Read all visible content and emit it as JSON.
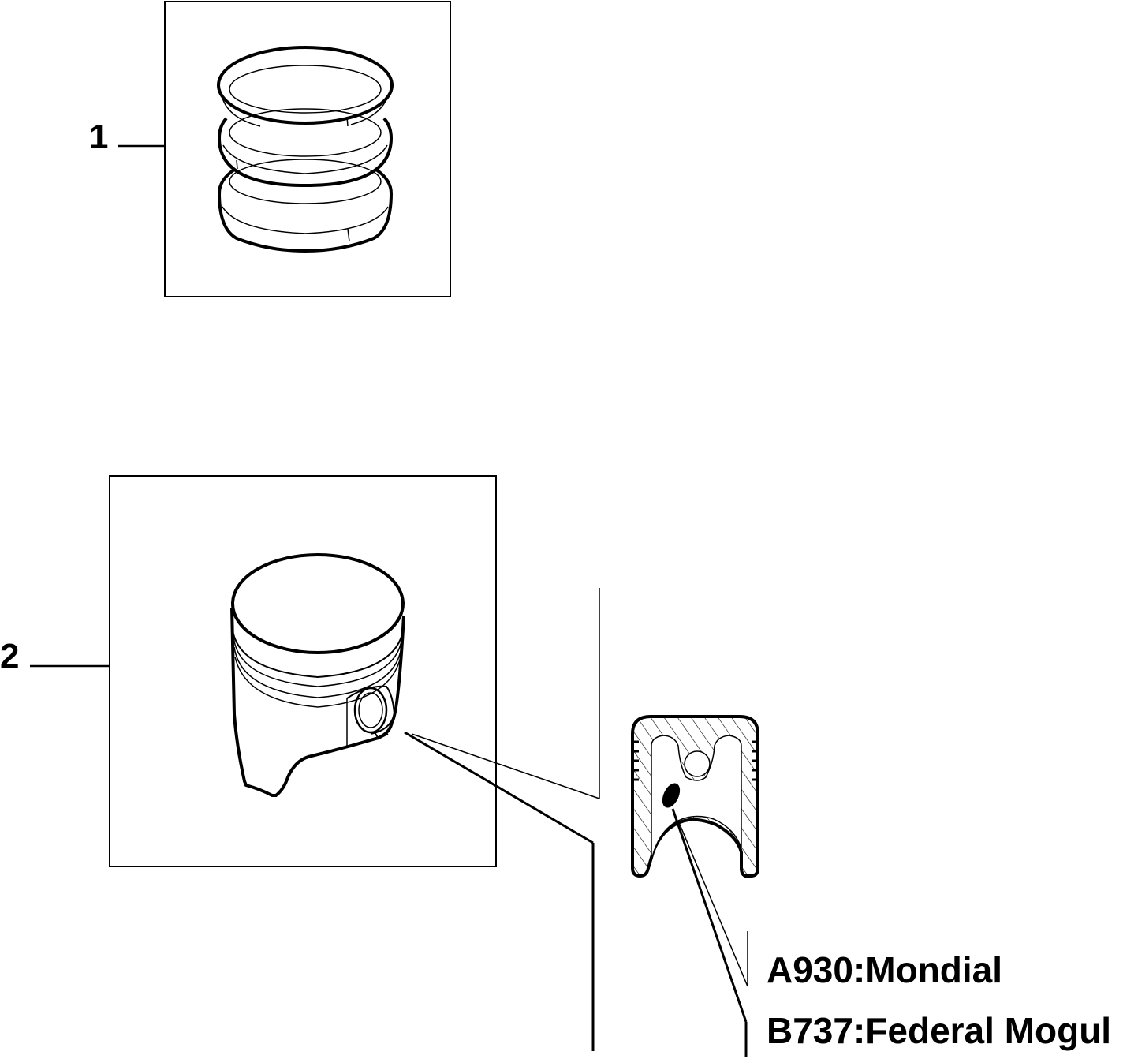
{
  "callouts": {
    "item_1": "1",
    "item_2": "2"
  },
  "legend": {
    "code_a": "A930:Mondial",
    "code_b": "B737:Federal Mogul"
  },
  "colors": {
    "line": "#000000",
    "background": "#ffffff",
    "marker": "#000000"
  },
  "icons": {
    "part_1": "piston-ring-set-icon",
    "part_2": "piston-icon",
    "detail": "piston-section-icon"
  }
}
